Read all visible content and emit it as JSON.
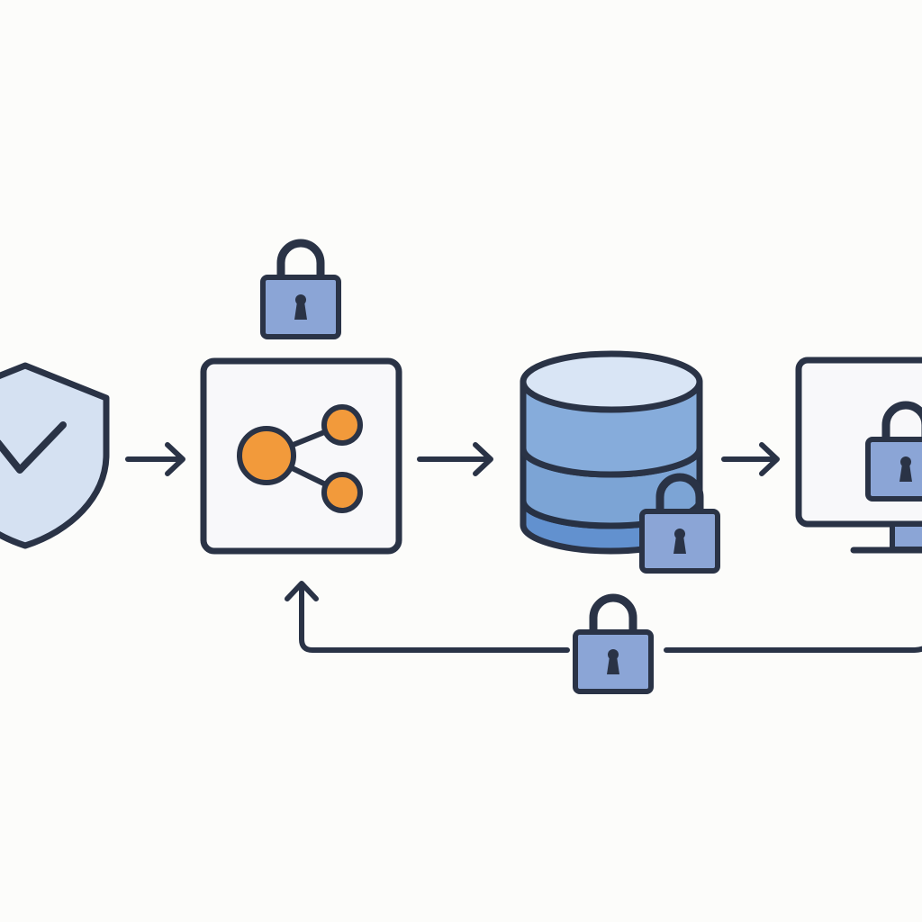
{
  "colors": {
    "background": "#fcfcfa",
    "outline": "#2a3346",
    "shield_fill": "#d5e1f2",
    "node_fill": "#f8f8fa",
    "share_accent": "#f29a3b",
    "db_top": "#d9e5f5",
    "db_mid": "#86acdb",
    "db_bottom": "#6291cf",
    "lock_body": "#8ba5d6",
    "lock_shackle_fill": "#f6f7f9"
  },
  "diagram": {
    "nodes": [
      {
        "id": "shield",
        "icon": "shield-check-icon"
      },
      {
        "id": "hub",
        "icon": "share-nodes-icon"
      },
      {
        "id": "database",
        "icon": "database-icon",
        "badge": "lock-icon"
      },
      {
        "id": "monitor",
        "icon": "monitor-icon",
        "badge": "lock-icon"
      }
    ],
    "edges": [
      {
        "from": "shield",
        "to": "hub",
        "direction": "right"
      },
      {
        "from": "hub",
        "to": "database",
        "direction": "right"
      },
      {
        "from": "database",
        "to": "monitor",
        "direction": "right"
      },
      {
        "from": "monitor",
        "to": "hub",
        "direction": "return",
        "badge": "lock-icon"
      }
    ],
    "extra_icons": [
      {
        "icon": "lock-icon",
        "placement": "above hub"
      }
    ]
  }
}
